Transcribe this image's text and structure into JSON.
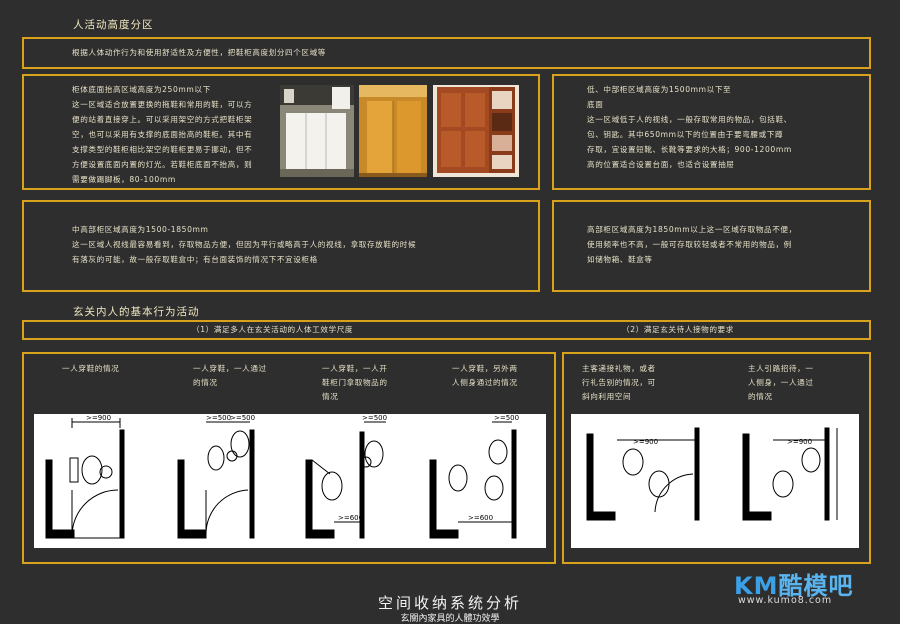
{
  "section1": {
    "title": "人活动高度分区",
    "intro": "根据人体动作行为和使用舒适性及方便性，把鞋柜高度划分四个区域等",
    "zone_bottom": {
      "lines": [
        "柜体底面抬高区域高度为250mm以下",
        "这一区域适合放置更换的拖鞋和常用的鞋，可以方",
        "便的站着直接穿上。可以采用架空的方式把鞋柜架",
        "空，也可以采用有支撑的底面抬高的鞋柜。其中有",
        "支撑类型的鞋柜相比架空的鞋柜更易于挪动，但不",
        "方便设置底面内置的灯光。若鞋柜底面不抬高，则",
        "需要做踢脚板，80-100mm"
      ]
    },
    "zone_lowmid": {
      "lines": [
        "低、中部柜区域高度为1500mm以下至",
        "底面",
        "这一区域低于人的视线，一般存取常用的物品，包括鞋、",
        "包、钥匙。其中650mm以下的位置由于要弯腰或下蹲",
        "存取，宜设置短靴、长靴等要求的大格；900-1200mm",
        "高的位置适合设置台面，也适合设置抽屉"
      ]
    },
    "zone_midhigh": {
      "lines": [
        "中高部柜区域高度为1500-1850mm",
        "这一区域人视线最容易看到，存取物品方便，但因为平行或略高于人的视线，拿取存放鞋的时候",
        "有落灰的可能，故一般存取鞋盒中；有台面装饰的情况下不宜设柜格"
      ]
    },
    "zone_high": {
      "lines": [
        "高部柜区域高度为1850mm以上这一区域存取物品不便，",
        "使用频率也不高，一般可存取较轻或者不常用的物品，例",
        "如储物箱、鞋盒等"
      ]
    }
  },
  "section2": {
    "title": "玄关内人的基本行为活动",
    "left_header": "（1）满足多人在玄关活动的人体工效学尺度",
    "right_header": "（2）满足玄关待人接物的要求",
    "captions": [
      [
        "一人穿鞋的情况"
      ],
      [
        "一人穿鞋，一人通过",
        "的情况"
      ],
      [
        "一人穿鞋，一人开",
        "鞋柜门拿取物品的",
        "情况"
      ],
      [
        "一人穿鞋，另外两",
        "人侧身通过的情况"
      ],
      [
        "主客递接礼物，或者",
        "行礼告别的情况，可",
        "斜向利用空间"
      ],
      [
        "主人引路招待，一",
        "人侧身，一人通过",
        "的情况"
      ]
    ],
    "dims": {
      "d1": ">=900",
      "d2a": ">=500",
      "d2b": ">=500",
      "d3a": ">=500",
      "d3b": ">=600",
      "d4a": ">=500",
      "d4b": ">=600",
      "d5": ">=900",
      "d6": ">=900"
    }
  },
  "footer": {
    "title": "空间收纳系统分析",
    "subtitle": "玄關內家具的人體功效學",
    "logo_km": "KM",
    "logo_cn": "酷模吧",
    "logo_url": "www.kumo8.com"
  },
  "colors": {
    "accent": "#d9a21b",
    "background": "#2e2e2e",
    "logo_blue": "#3aa0e8"
  }
}
